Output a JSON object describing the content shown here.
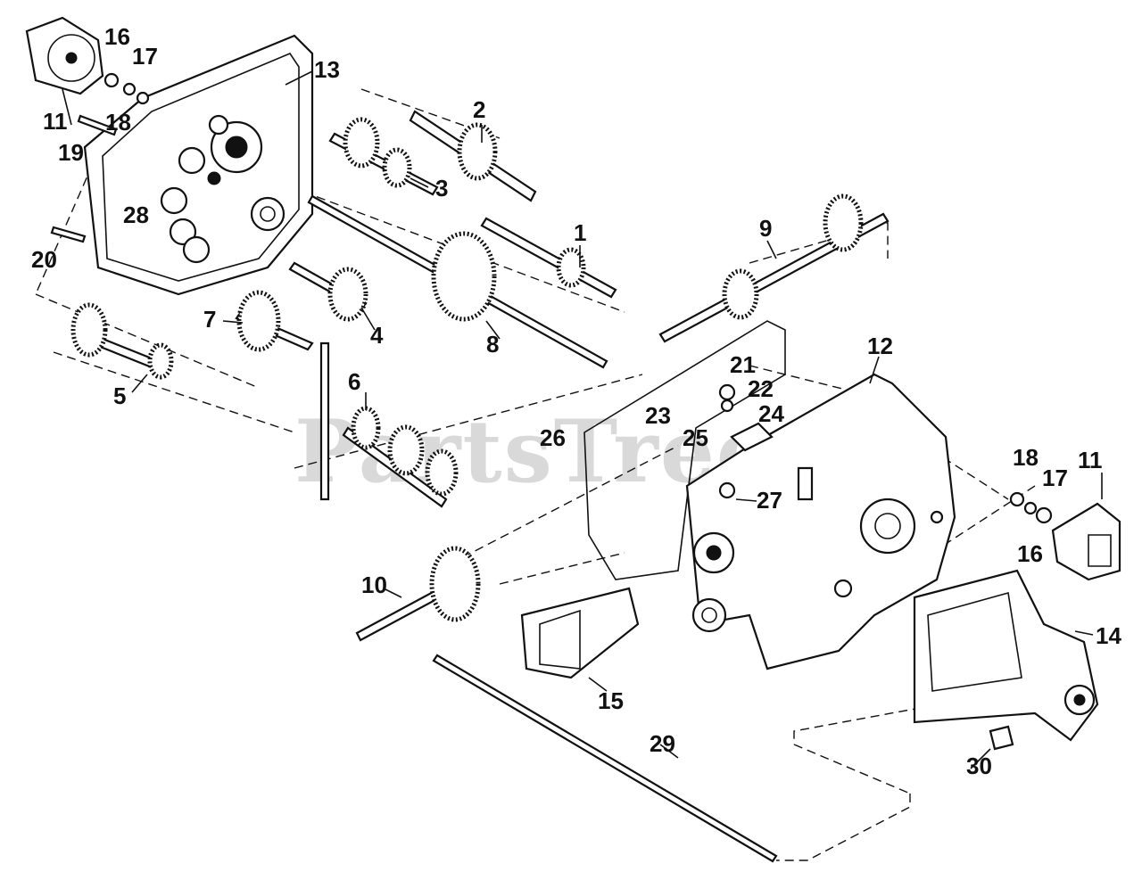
{
  "diagram": {
    "watermark": "PartsTree",
    "callouts": [
      "1",
      "2",
      "3",
      "4",
      "5",
      "6",
      "7",
      "8",
      "9",
      "10",
      "11",
      "11",
      "12",
      "13",
      "14",
      "15",
      "16",
      "16",
      "17",
      "17",
      "18",
      "18",
      "19",
      "20",
      "21",
      "22",
      "23",
      "24",
      "25",
      "26",
      "27",
      "28",
      "29",
      "30"
    ]
  }
}
